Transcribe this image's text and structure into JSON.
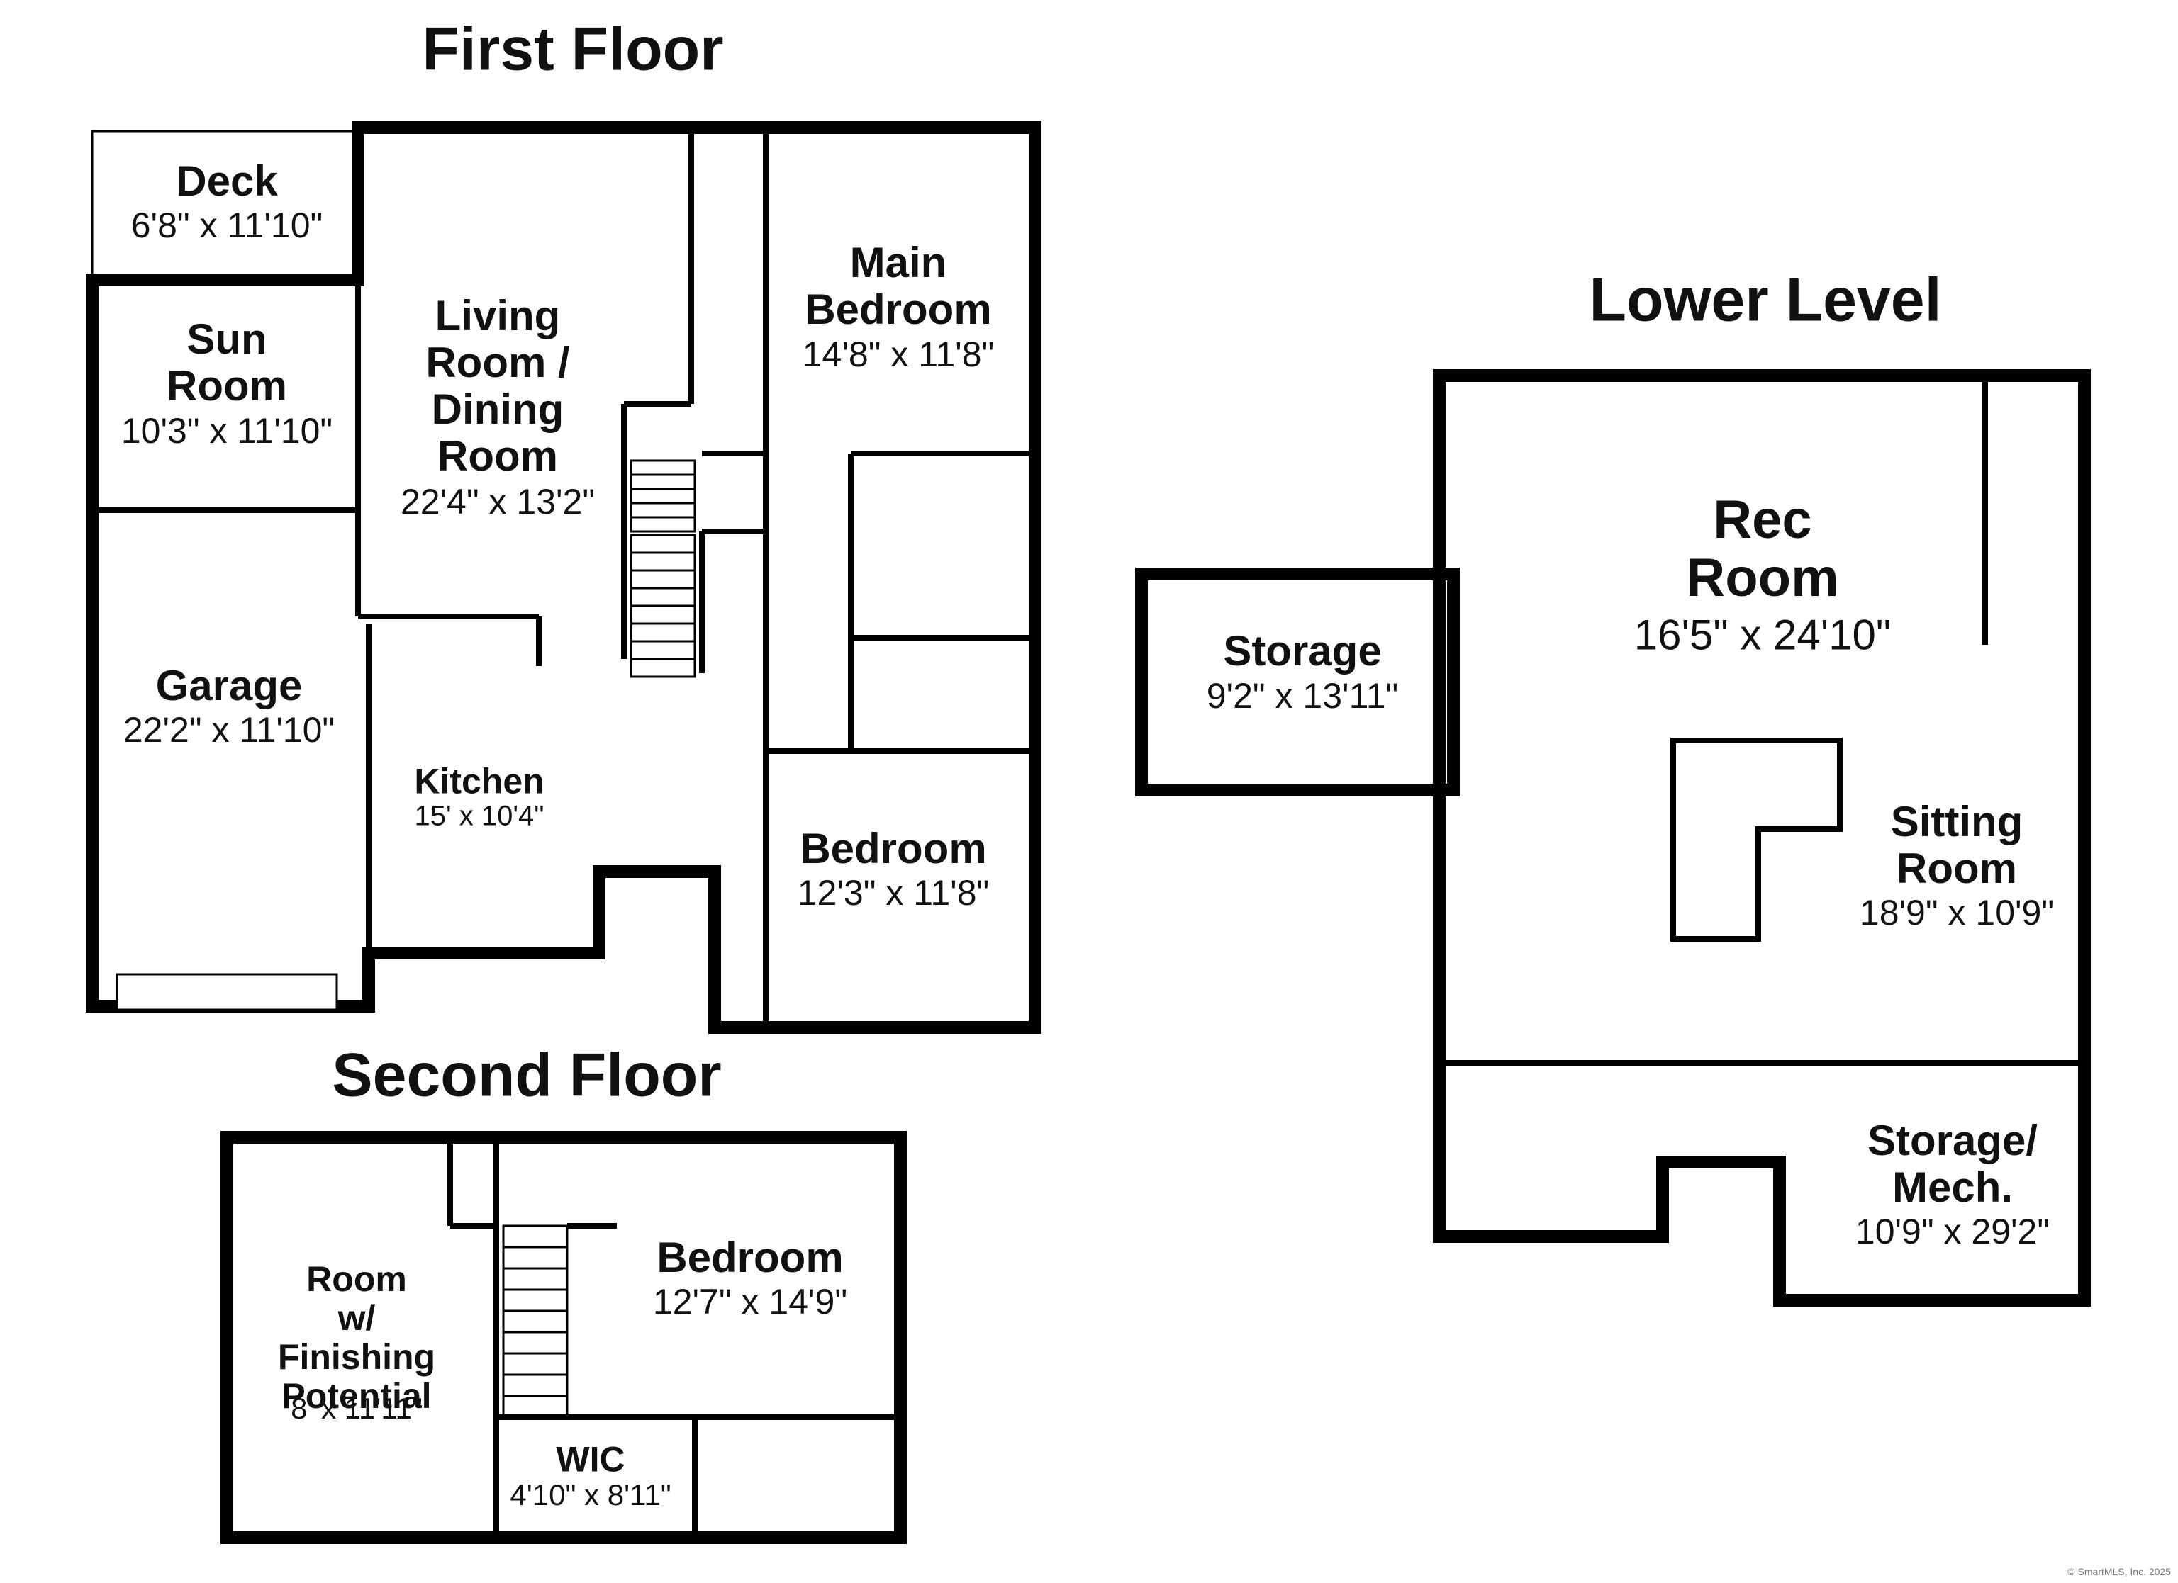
{
  "titles": {
    "first": "First Floor",
    "second": "Second Floor",
    "lower": "Lower Level"
  },
  "rooms": {
    "deck": {
      "name": "Deck",
      "dim": "6'8\" x 11'10\""
    },
    "sun": {
      "name": "Sun\nRoom",
      "dim": "10'3\" x 11'10\""
    },
    "living": {
      "name": "Living\nRoom /\nDining\nRoom",
      "dim": "22'4\" x 13'2\""
    },
    "main_bed": {
      "name": "Main\nBedroom",
      "dim": "14'8\" x 11'8\""
    },
    "garage": {
      "name": "Garage",
      "dim": "22'2\" x 11'10\""
    },
    "kitchen": {
      "name": "Kitchen",
      "dim": "15' x 10'4\""
    },
    "bed1": {
      "name": "Bedroom",
      "dim": "12'3\" x 11'8\""
    },
    "room_fp": {
      "name": "Room\nw/\nFinishing\nPotential",
      "dim": "8' x 11'11\""
    },
    "bed2": {
      "name": "Bedroom",
      "dim": "12'7\" x 14'9\""
    },
    "wic": {
      "name": "WIC",
      "dim": "4'10\" x 8'11\""
    },
    "storage": {
      "name": "Storage",
      "dim": "9'2\" x 13'11\""
    },
    "rec": {
      "name": "Rec\nRoom",
      "dim": "16'5\" x 24'10\""
    },
    "sitting": {
      "name": "Sitting\nRoom",
      "dim": "18'9\" x 10'9\""
    },
    "storage_mech": {
      "name": "Storage/\nMech.",
      "dim": "10'9\" x 29'2\""
    }
  },
  "copyright": "© SmartMLS, Inc. 2025"
}
